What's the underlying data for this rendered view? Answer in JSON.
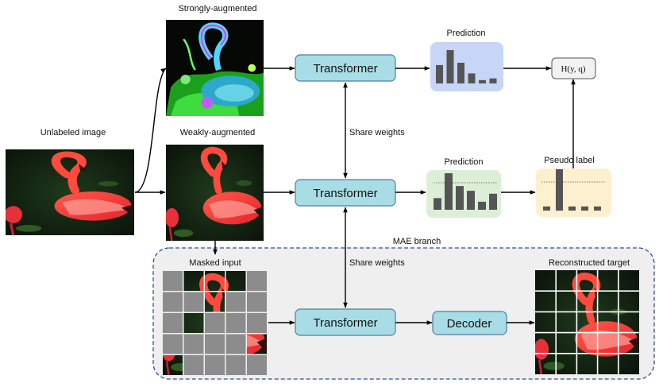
{
  "labels": {
    "unlabeled": "Unlabeled image",
    "strong": "Strongly-augmented",
    "weak": "Weakly-augmented",
    "prediction_top": "Prediction",
    "prediction_mid": "Prediction",
    "pseudo": "Pseudo label",
    "share_top": "Share weights",
    "share_bottom": "Share weights",
    "mae_branch": "MAE branch",
    "masked_input": "Masked input",
    "reconstructed": "Reconstructed target",
    "loss": "H(y, q)"
  },
  "blocks": {
    "transformer_top": "Transformer",
    "transformer_mid": "Transformer",
    "transformer_bottom": "Transformer",
    "decoder": "Decoder"
  },
  "histograms": {
    "prediction_top": [
      0.55,
      1.0,
      0.62,
      0.3,
      0.1,
      0.15
    ],
    "prediction_mid": [
      0.32,
      1.0,
      0.65,
      0.52,
      0.22,
      0.44
    ],
    "pseudo": [
      0.1,
      1.0,
      0.1,
      0.1,
      0.1
    ]
  },
  "colors": {
    "transformer_fill": "#a9dde6",
    "transformer_stroke": "#4a7fa8",
    "pred_top_bg": "#c7d6f6",
    "pred_mid_bg": "#dcefd6",
    "pseudo_bg": "#fdf0cf",
    "mae_bg": "#efefef",
    "mae_border": "#33508e",
    "bar": "#555555",
    "mask_gray": "#8c8c8c"
  },
  "mask": {
    "rows": 5,
    "cols": 5,
    "visible": [
      [
        0,
        1
      ],
      [
        0,
        2
      ],
      [
        0,
        3
      ],
      [
        1,
        2
      ],
      [
        2,
        1
      ],
      [
        3,
        4
      ],
      [
        4,
        0
      ]
    ]
  }
}
